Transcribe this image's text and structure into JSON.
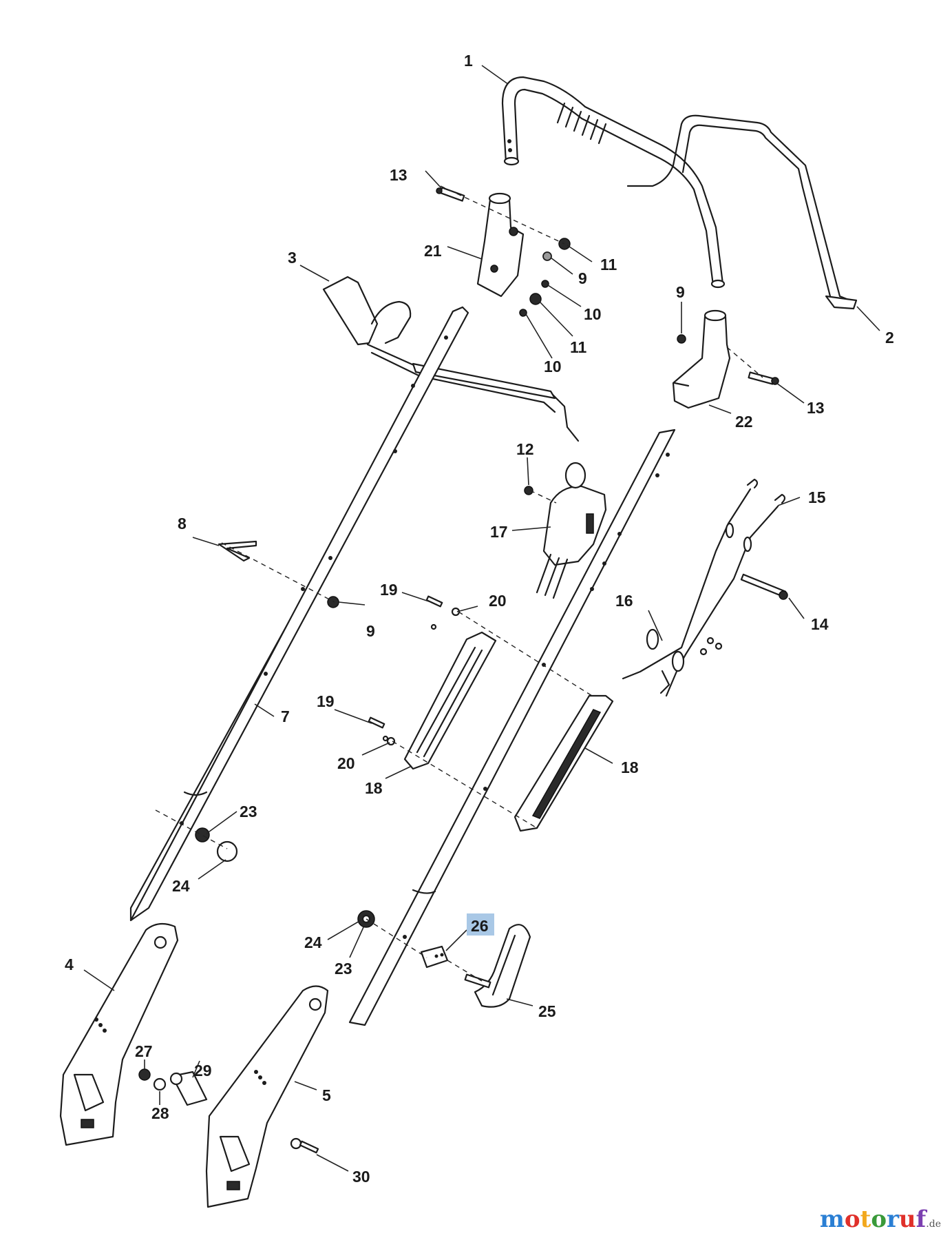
{
  "callouts": {
    "c1": "1",
    "c2": "2",
    "c3": "3",
    "c4": "4",
    "c5": "5",
    "c7": "7",
    "c8": "8",
    "c9a": "9",
    "c9b": "9",
    "c9c": "9",
    "c10a": "10",
    "c10b": "10",
    "c11a": "11",
    "c11b": "11",
    "c12": "12",
    "c13a": "13",
    "c13b": "13",
    "c14": "14",
    "c15": "15",
    "c16": "16",
    "c17": "17",
    "c18a": "18",
    "c18b": "18",
    "c19a": "19",
    "c19b": "19",
    "c20a": "20",
    "c20b": "20",
    "c21": "21",
    "c22": "22",
    "c23a": "23",
    "c23b": "23",
    "c24a": "24",
    "c24b": "24",
    "c25": "25",
    "c26": "26",
    "c27": "27",
    "c28": "28",
    "c29": "29",
    "c30": "30"
  },
  "highlighted_part": "26",
  "highlight_color": "#a9c8e6",
  "watermark": {
    "brand": "motoruf",
    "suffix": ".de"
  },
  "brand_colors": [
    "#2a7fd4",
    "#e0302a",
    "#f2a81d",
    "#3a9a3a",
    "#2a7fd4",
    "#e0302a",
    "#7b3fb0"
  ]
}
